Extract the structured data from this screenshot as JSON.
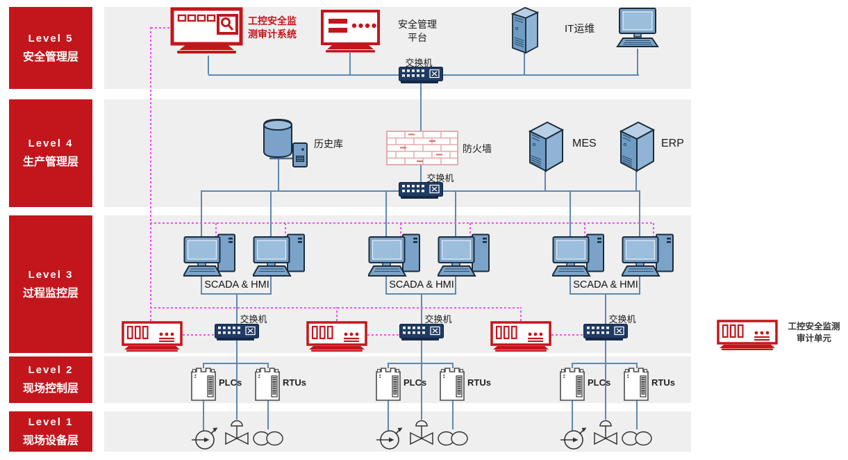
{
  "levels": [
    {
      "name": "Level 5",
      "cn": "安全管理层"
    },
    {
      "name": "Level 4",
      "cn": "生产管理层"
    },
    {
      "name": "Level 3",
      "cn": "过程监控层"
    },
    {
      "name": "Level 2",
      "cn": "现场控制层"
    },
    {
      "name": "Level 1",
      "cn": "现场设备层"
    }
  ],
  "level5": {
    "audit_system": {
      "line1": "工控安全监",
      "line2": "测审计系统"
    },
    "platform": {
      "line1": "安全管理",
      "line2": "平台"
    },
    "it_ops": "IT运维",
    "switch_label": "交换机"
  },
  "level4": {
    "history_db": "历史库",
    "firewall": "防火墙",
    "switch_label": "交换机",
    "mes": "MES",
    "erp": "ERP"
  },
  "level3": {
    "groups": [
      {
        "scada": "SCADA & HMI",
        "switch_label": "交换机"
      },
      {
        "scada": "SCADA & HMI",
        "switch_label": "交换机"
      },
      {
        "scada": "SCADA & HMI",
        "switch_label": "交换机"
      }
    ]
  },
  "level2": {
    "groups": [
      {
        "plc": "PLCs",
        "rtu": "RTUs"
      },
      {
        "plc": "PLCs",
        "rtu": "RTUs"
      },
      {
        "plc": "PLCs",
        "rtu": "RTUs"
      }
    ]
  },
  "legend": {
    "line1": "工控安全监测",
    "line2": "审计单元"
  },
  "colors": {
    "level_red": "#c3161c",
    "band_gray": "#efefef",
    "line_blue": "#5f87ad",
    "switch_navy": "#1f3a63",
    "audit_magenta": "#f34ef3",
    "device_blue": "#7ba3c9"
  }
}
